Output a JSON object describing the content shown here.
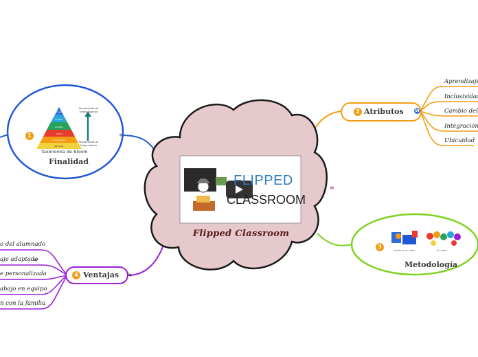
{
  "central": {
    "title": "Flipped Classroom",
    "video": {
      "word1": "FLIPPED",
      "word2": "CLASSROOM"
    }
  },
  "finalidad": {
    "number": "1",
    "label": "Finalidad",
    "caption": "Taxonomía de Bloom",
    "pyramid_levels": [
      "Crear",
      "Evaluar",
      "Analizar",
      "Aplicar",
      "Comprender",
      "Recordar"
    ],
    "arrow_top": "Pensamiento de Orden Superior",
    "arrow_bottom": "Pensamiento de Orden Inferior"
  },
  "atributos": {
    "number": "2",
    "label": "Atributos",
    "items": [
      "Aprendizaje ac",
      "Inclusividad",
      "Cambio del ro",
      "Integración de",
      "Ubicuidad"
    ]
  },
  "metodologia": {
    "number": "3",
    "label": "Metodología",
    "left_caption": "Antes de la clase",
    "right_caption": "En clase"
  },
  "ventajas": {
    "number": "4",
    "label": "Ventajas",
    "items": [
      "o del alumnado",
      "aje adaptado",
      "e personalizada",
      "abajo en equipo",
      "n con la familia"
    ]
  },
  "colors": {
    "blue": "#1f57d6",
    "orange": "#f39c12",
    "green": "#7ed321",
    "purple": "#9b1ed6",
    "cloud_fill": "#e5c9cd"
  },
  "icons": [
    "notes-icon",
    "wordpress-icon",
    "notes-icon",
    "notes-icon",
    "link-icon",
    "play-icon"
  ]
}
